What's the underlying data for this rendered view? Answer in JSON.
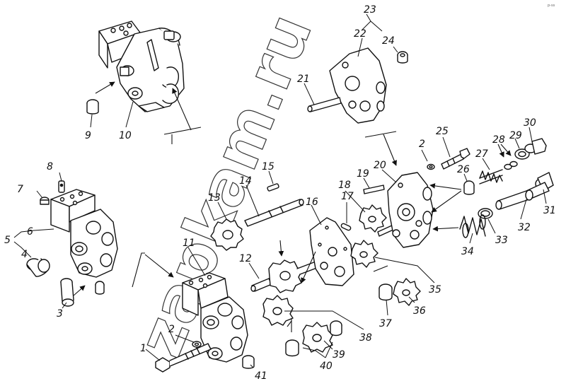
{
  "watermark": "zapkam.ru",
  "corner_mark": "p-ss",
  "callouts": [
    "1",
    "2",
    "3",
    "4",
    "5",
    "6",
    "7",
    "8",
    "9",
    "10",
    "11",
    "12",
    "13",
    "14",
    "15",
    "16",
    "17",
    "18",
    "19",
    "20",
    "21",
    "22",
    "23",
    "24",
    "25",
    "26",
    "27",
    "28",
    "29",
    "30",
    "31",
    "32",
    "33",
    "34",
    "35",
    "36",
    "37",
    "38",
    "39",
    "40",
    "41"
  ]
}
